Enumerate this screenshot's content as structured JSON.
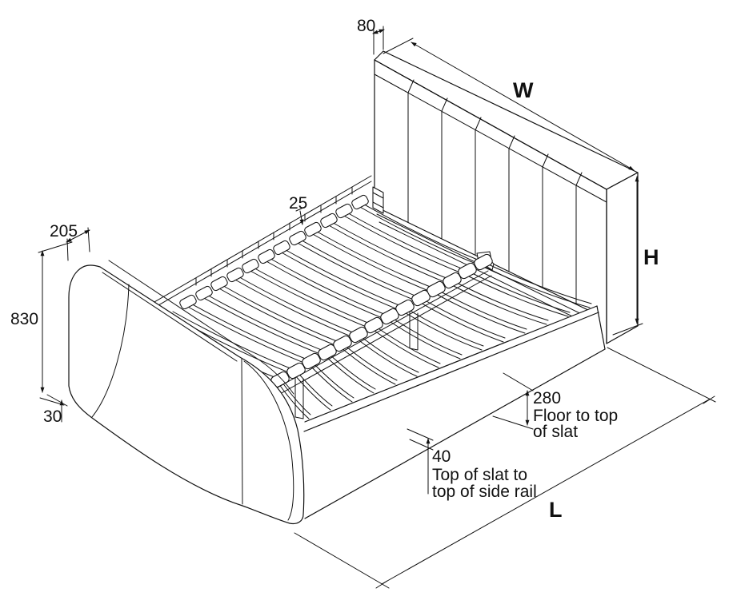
{
  "labels": {
    "headboard_thickness": "80",
    "width": "W",
    "height": "H",
    "slat_thickness": "25",
    "footboard_thickness": "205",
    "footboard_height": "830",
    "footboard_floor_gap": "30",
    "floor_to_slat_value": "280",
    "floor_to_slat_line1": "Floor to top",
    "floor_to_slat_line2": "of slat",
    "slat_to_rail_value": "40",
    "slat_to_rail_line1": "Top of slat to",
    "slat_to_rail_line2": "top of side rail",
    "length": "L"
  }
}
